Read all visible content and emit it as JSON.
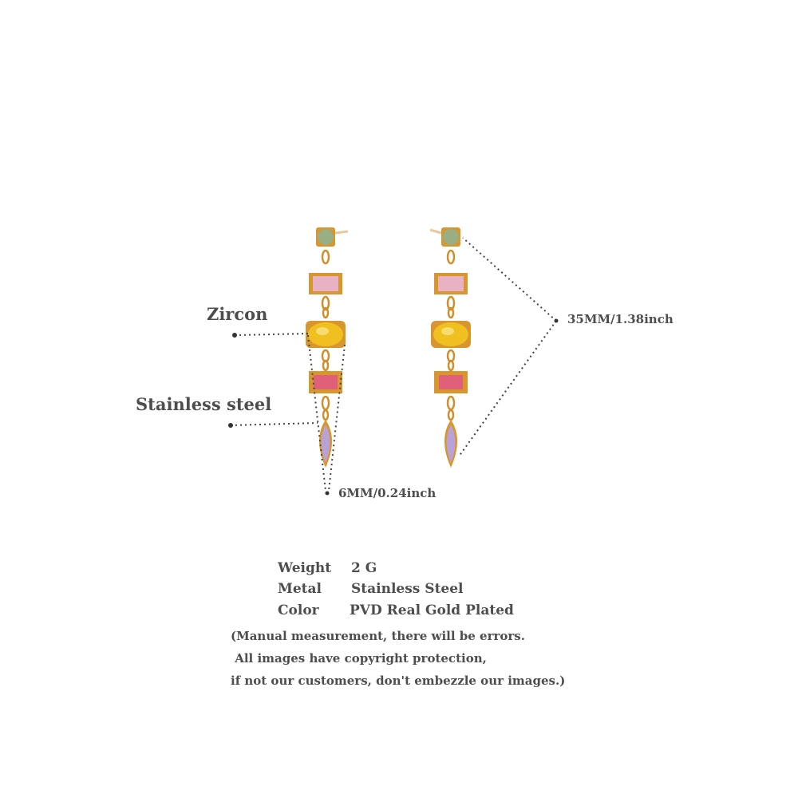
{
  "callouts": {
    "zircon": "Zircon",
    "stainless_steel": "Stainless steel",
    "width": "6MM/0.24inch",
    "length": "35MM/1.38inch"
  },
  "specs": [
    {
      "label": "Weight",
      "value": "2 G"
    },
    {
      "label": "Metal",
      "value": "Stainless Steel"
    },
    {
      "label": "Color",
      "value": "PVD Real Gold Plated"
    }
  ],
  "notes": [
    "(Manual measurement, there will be errors.",
    " All images have copyright protection,",
    "if not our customers, don't embezzle our images.)"
  ],
  "colors": {
    "gold": "#d9962e",
    "green_gem": "#9aae84",
    "pink_gem": "#e8b2c4",
    "yellow_gem": "#f0c020",
    "red_gem": "#e0607a",
    "purple_gem": "#b9a2d8",
    "text": "#4d4d4d"
  }
}
